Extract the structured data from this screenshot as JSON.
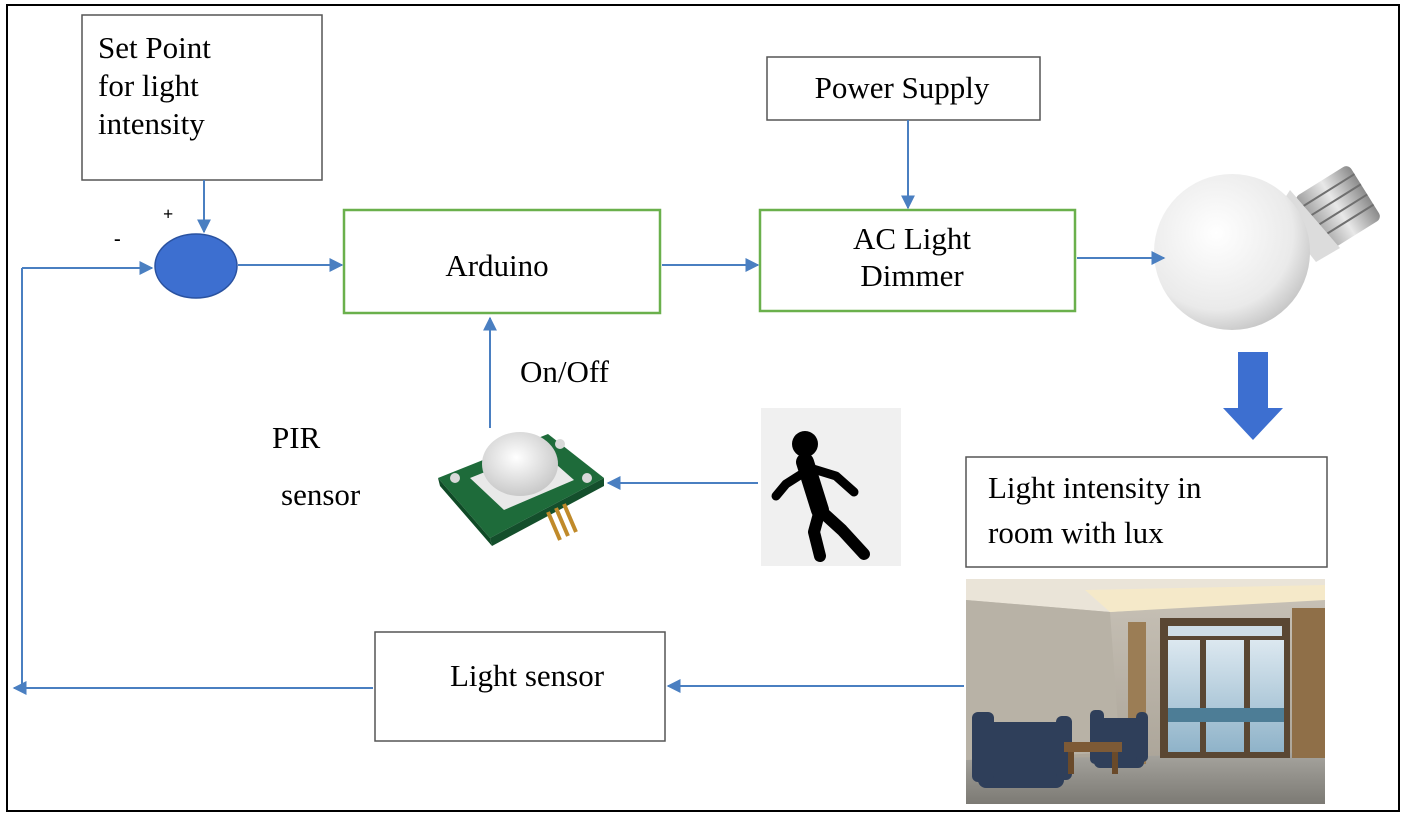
{
  "blocks": {
    "set_point": [
      "Set Point",
      "for light",
      "intensity"
    ],
    "power_supply": "Power Supply",
    "arduino": "Arduino",
    "dimmer": [
      "AC Light",
      "Dimmer"
    ],
    "light_sensor": "Light sensor",
    "room_intensity": [
      "Light intensity in",
      "room with lux"
    ]
  },
  "labels": {
    "plus": "+",
    "minus": "-",
    "on_off": "On/Off",
    "pir": [
      "PIR",
      "sensor"
    ]
  },
  "colors": {
    "arrow": "#4a7fc1",
    "summing_junction": "#3d6fd0",
    "controller_border": "#6ab04c",
    "box_border": "#555555"
  }
}
